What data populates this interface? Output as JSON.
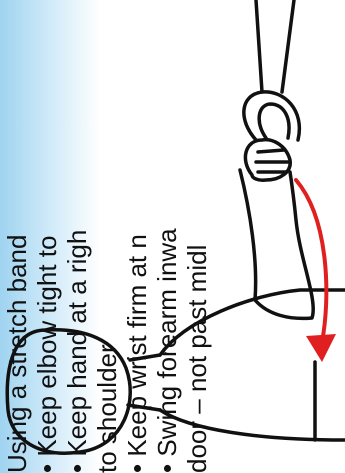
{
  "instructions": {
    "intro": "Using a stretch band",
    "step1": "• Keep elbow tight to",
    "step2_line1": "• Keep hand at a righ",
    "step2_line2": "  to shoulder",
    "step3": "• Keep wrist firm at n",
    "step4_line1": "• Swing forearm inwa",
    "step4_line2": "  door – not past midl"
  },
  "colors": {
    "arrow": "#e02020",
    "outline": "#111111",
    "sky_start": "#9fd3f0"
  },
  "icons": {
    "arrow": "curved-arrow-icon"
  }
}
